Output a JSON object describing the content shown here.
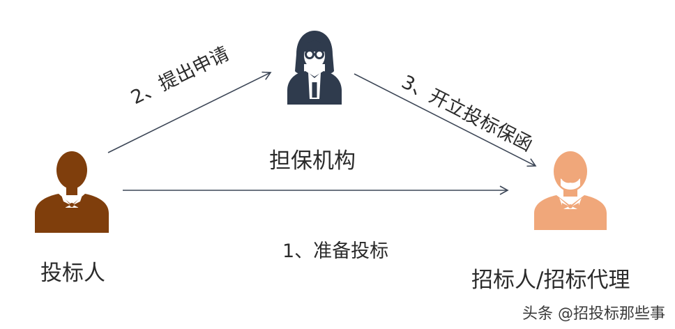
{
  "nodes": {
    "guarantor": {
      "label": "担保机构",
      "icon": "guarantor-person-icon",
      "color": "#2f3b4d"
    },
    "bidder": {
      "label": "投标人",
      "icon": "bidder-person-icon",
      "color": "#7f3e0c"
    },
    "tenderer": {
      "label": "招标人/招标代理",
      "icon": "tenderer-person-icon",
      "color": "#f0a77a"
    }
  },
  "edges": {
    "apply": {
      "label": "2、提出申请"
    },
    "issue": {
      "label": "3、开立投标保函"
    },
    "bid": {
      "label": "1、准备投标"
    }
  },
  "colors": {
    "arrow": "#3c4656",
    "text": "#2b2b2b",
    "background": "#ffffff"
  },
  "watermark": {
    "text": "头条 @招投标那些事"
  }
}
